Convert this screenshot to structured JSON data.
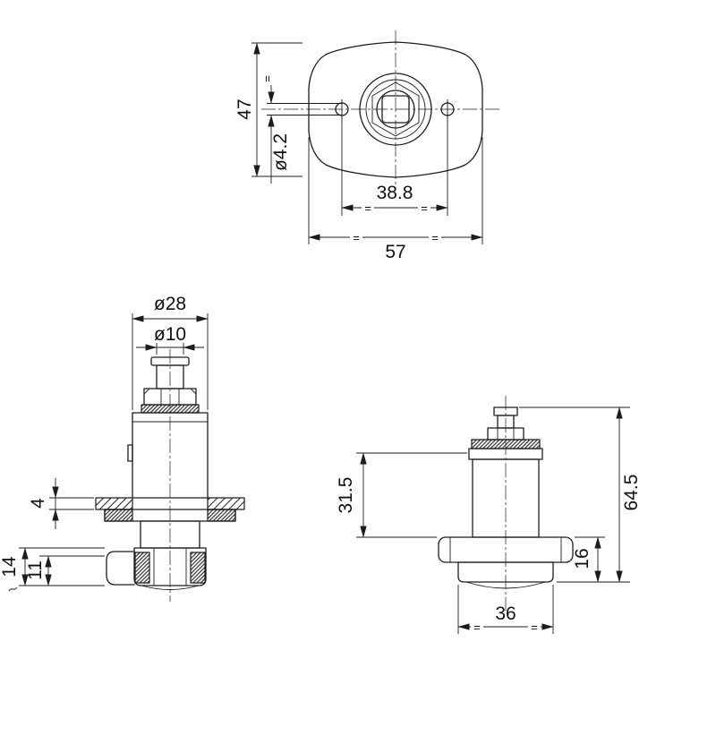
{
  "drawing": {
    "background": "#ffffff",
    "line_color": "#1c1c1c",
    "equal_mark": "=",
    "top_view": {
      "dim_height": "47",
      "dim_hole_diameter": "ø4.2",
      "dim_hole_spacing": "38.8",
      "dim_width": "57"
    },
    "front_view": {
      "dim_body_diameter": "ø28",
      "dim_stem_diameter": "ø10",
      "dim_plate_thickness": "4",
      "dim_foot_height": "14",
      "dim_foot_inner_height": "11"
    },
    "side_view": {
      "dim_body_height": "31.5",
      "dim_total_height": "64.5",
      "dim_flange_to_bottom": "16",
      "dim_foot_width": "36"
    }
  }
}
